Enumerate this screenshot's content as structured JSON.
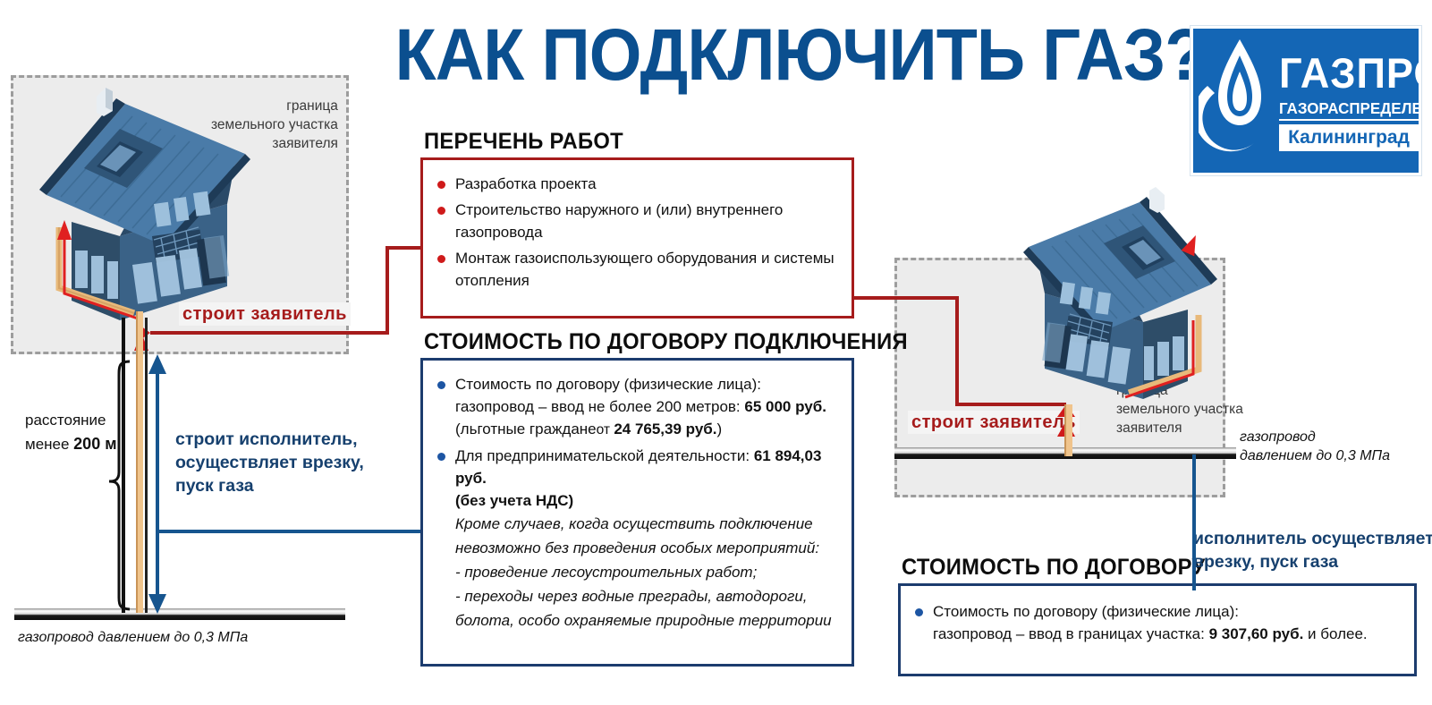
{
  "title": "КАК ПОДКЛЮЧИТЬ ГАЗ?",
  "logo": {
    "name": "ГАЗПРОМ",
    "division": "ГАЗОРАСПРЕДЕЛЕНИЕ",
    "city": "Калининград",
    "bg_color": "#1466b5",
    "flame_icon": "gazprom-flame-icon"
  },
  "colors": {
    "title_blue": "#0b4f8f",
    "red_accent": "#a61c1c",
    "blue_accent": "#1c3c6e",
    "bullet_red": "#cf1a1a",
    "bullet_blue": "#1d55a3",
    "plot_fill": "#ececec",
    "plot_border": "#9d9d9d"
  },
  "plots": {
    "left_label": "граница\nземельного участка\nзаявителя",
    "right_label": "граница\nземельного участка\nзаявителя"
  },
  "builder_labels": {
    "left": "строит  заявитель",
    "right": "строит  заявитель"
  },
  "executor_labels": {
    "left": "строит  исполнитель,\nосуществляет врезку,\nпуск газа",
    "right": "исполнитель осуществляет\nврезку, пуск газа"
  },
  "distance": {
    "line1": "расстояние",
    "line2_prefix": "менее ",
    "line2_value": "200 м"
  },
  "pipe_labels": {
    "left": "газопровод давлением до 0,3 МПа",
    "right": "газопровод\nдавлением до 0,3 МПа"
  },
  "sections": {
    "works": {
      "heading": "ПЕРЕЧЕНЬ РАБОТ",
      "items": [
        "Разработка проекта",
        "Строительство наружного и (или) внутреннего газопровода",
        "Монтаж газоиспользующего оборудования и системы отопления"
      ]
    },
    "cost_connection": {
      "heading": "СТОИМОСТЬ ПО ДОГОВОРУ ПОДКЛЮЧЕНИЯ",
      "item1_line1": "Стоимость  по договору (физические лица):",
      "item1_line2_a": "газопровод – ввод не более 200 метров:  ",
      "item1_line2_b": "65 000 руб.",
      "item1_line3_a": "(льготные граждане",
      "item1_line3_b": "от ",
      "item1_line3_c": "24 765,39 руб.",
      "item1_line3_d": ")",
      "item2_a": "Для предпринимательской деятельности: ",
      "item2_b": "61 894,03 руб.",
      "item2_c": "(без учета НДС)",
      "note_line1": "Кроме случаев, когда осуществить подключение",
      "note_line2": "невозможно без проведения особых мероприятий:",
      "note_dash1": "- проведение лесоустроительных работ;",
      "note_dash2": "- переходы через водные преграды, автодороги,",
      "note_dash3": " болота, особо охраняемые природные территории"
    },
    "cost_contract": {
      "heading": "СТОИМОСТЬ ПО ДОГОВОРУ",
      "item1_line1": "Стоимость  по договору (физические лица):",
      "item1_line2_a": "газопровод – ввод в границах участка: ",
      "item1_line2_b": "9 307,60 руб.",
      "item1_line2_c": " и более."
    }
  }
}
